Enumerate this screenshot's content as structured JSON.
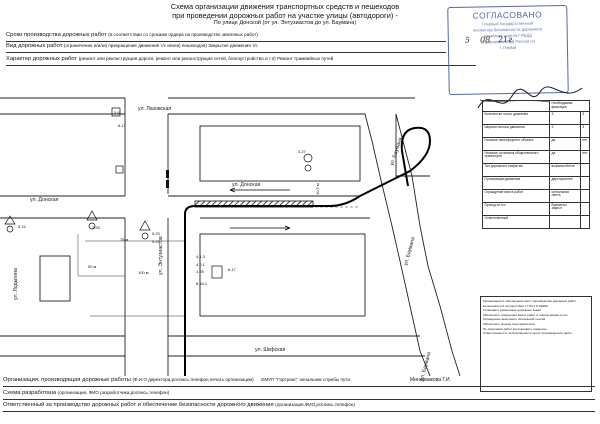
{
  "header": {
    "title_line1": "Схема организации движения транспортных средств и пешеходов",
    "title_line2": "при проведении дорожных работ на участке улицы (автодороги) -",
    "title_line3": "По улице Донской (от ул. Энтузиастов до ул. Баумана)"
  },
  "fields": {
    "terms_label": "Сроки производства дорожных работ",
    "terms_value": "(в соответствии со сроками ордера на производство земляных работ)",
    "type_label": "Вид дорожных работ",
    "type_value": "(ограничение и/или) прекращение движения т/с и/или) пешеходов) Закрытие движения т/с",
    "nature_label": "Характер дорожных работ",
    "nature_value": "(ремонт или реконструкция дороги, ремонт или реконструкция сетей, благоустройство и т.п) Ремонт трамвайных путей"
  },
  "stamp": {
    "title": "СОГЛАСОВАНО",
    "date_day": "5",
    "date_month": "08",
    "date_year": "21г",
    "line1": "Главный государственный",
    "line2": "инспектор безопасности дорожного",
    "line3": "движения отдела ГИБДД",
    "line4": "Управления МВД России по",
    "line5": "г. Перми"
  },
  "streets": {
    "lazovskaya": "ул. Лазовская",
    "donskaya_upper": "ул. Донская",
    "donskaya_lower": "ул. Донская",
    "lodyigina": "ул. Лодыгина",
    "baumana_top": "ул. Баумана",
    "baumana_mid": "ул. Баумана",
    "baumana_bottom": "ул. Баумана",
    "entuziastov": "ул. Энтузиастов",
    "shkolnaya": "ул. Шкфская"
  },
  "signs": {
    "s1": "5.6",
    "s2": "6.17",
    "s3": "3.27",
    "s4": "3.24",
    "s5": "5.23",
    "s6": "5.24",
    "s7": "1.25",
    "s8": "4.1.3",
    "s9": "4.2.1",
    "s10": "3.25",
    "s11": "6.17",
    "s12": "8.18.1",
    "dist1": "100 м",
    "dist2": "75 м",
    "dist3": "50 м",
    "dist4": "10,5 м"
  },
  "table": {
    "col_current": "Необходимая фиксация",
    "rows": [
      [
        "Количество полос движения",
        "3",
        "3"
      ],
      [
        "Ширина полосы движения",
        "3",
        "3"
      ],
      [
        "Наличие светофорного объекта",
        "да",
        "нет"
      ],
      [
        "Наличие остановок общественного транспорта",
        "да",
        "нет"
      ],
      [
        "Тип дорожного покрытия",
        "асфальтобетон",
        ""
      ],
      [
        "Организация движения",
        "двустороннее",
        ""
      ],
      [
        "Ограждение места работ",
        "сигнальная лента",
        ""
      ],
      [
        "Проезд по п/п",
        "Временно закрыт",
        ""
      ],
      [
        "Ответственный",
        "",
        ""
      ]
    ]
  },
  "notes": [
    "Организация и обеспечение мест производства дорожных работ",
    "выполняется в соответствии с ГОСТ Р 52289",
    "Установить временные дорожные знаки",
    "Обеспечить освещение места работ в темное время суток",
    "Ограждение выполнить сигнальной лентой",
    "Обеспечить проезд спецтранспорта",
    "По окончании работ восстановить покрытие",
    "Ответственность за безопасность несет производитель работ"
  ],
  "footer": {
    "org_label": "Организация, производящая дорожные работы",
    "org_value": "(Ф.И.О директора,роспись,телефон,печать организации)",
    "org_name": "ЕМУП \"Гортранс\" начальник службы пути",
    "org_person": "Минарвакова Г.И.",
    "dev_label": "Схема разработана",
    "dev_value": "(организация, ФИО разработчика,роспись,телефон)",
    "resp_label": "Ответственный за производство дорожных работ и обеспечение безопасности дорожного движения",
    "resp_value": "(организация,ФИО,роспись,телефон)"
  }
}
